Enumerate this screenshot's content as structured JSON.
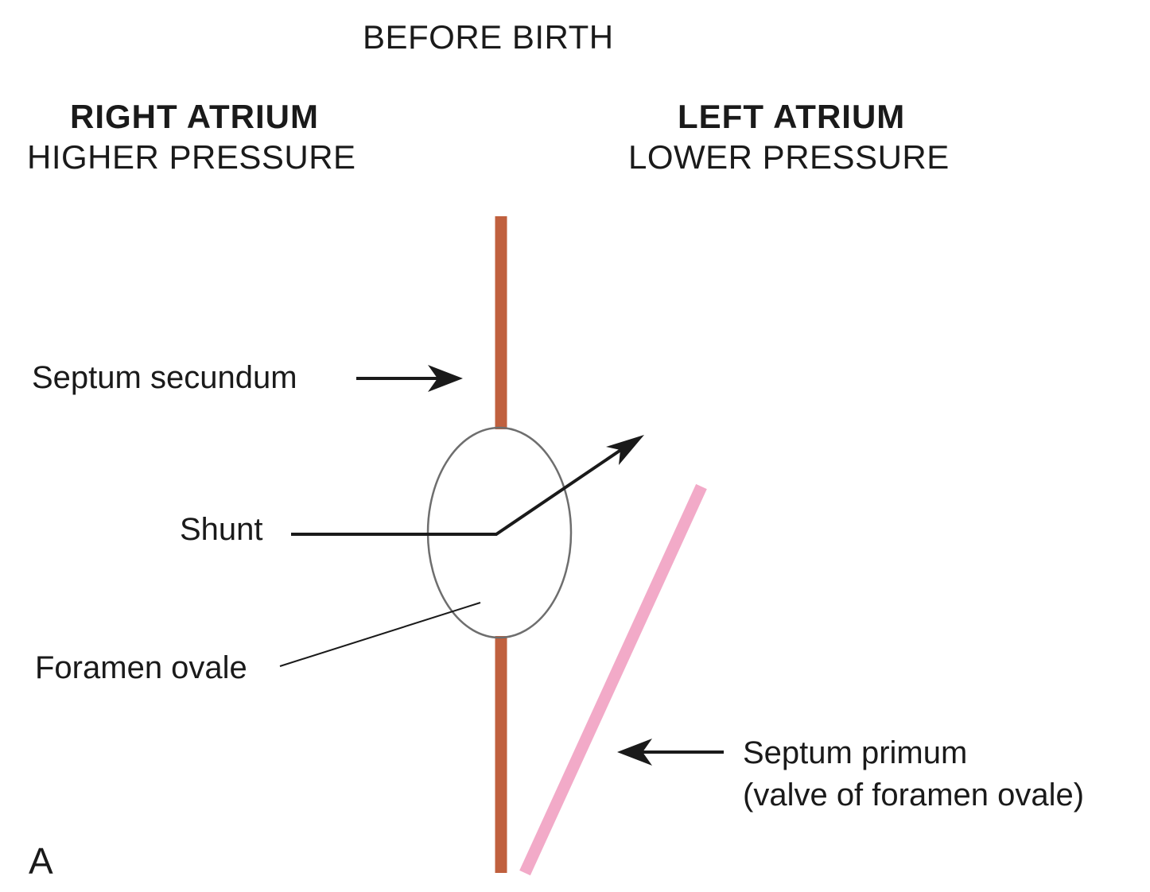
{
  "title": "BEFORE BIRTH",
  "right_atrium": {
    "heading": "RIGHT ATRIUM",
    "pressure": "HIGHER PRESSURE"
  },
  "left_atrium": {
    "heading": "LEFT ATRIUM",
    "pressure": "LOWER PRESSURE"
  },
  "labels": {
    "septum_secundum": "Septum secundum",
    "shunt": "Shunt",
    "foramen_ovale": "Foramen ovale",
    "septum_primum_line1": "Septum primum",
    "septum_primum_line2": "(valve of foramen ovale)"
  },
  "panel_letter": "A",
  "colors": {
    "septum_secundum": "#c0603e",
    "septum_primum": "#f2aac8",
    "ink": "#1a1a1a",
    "foramen_outline": "#6e6e6e"
  }
}
